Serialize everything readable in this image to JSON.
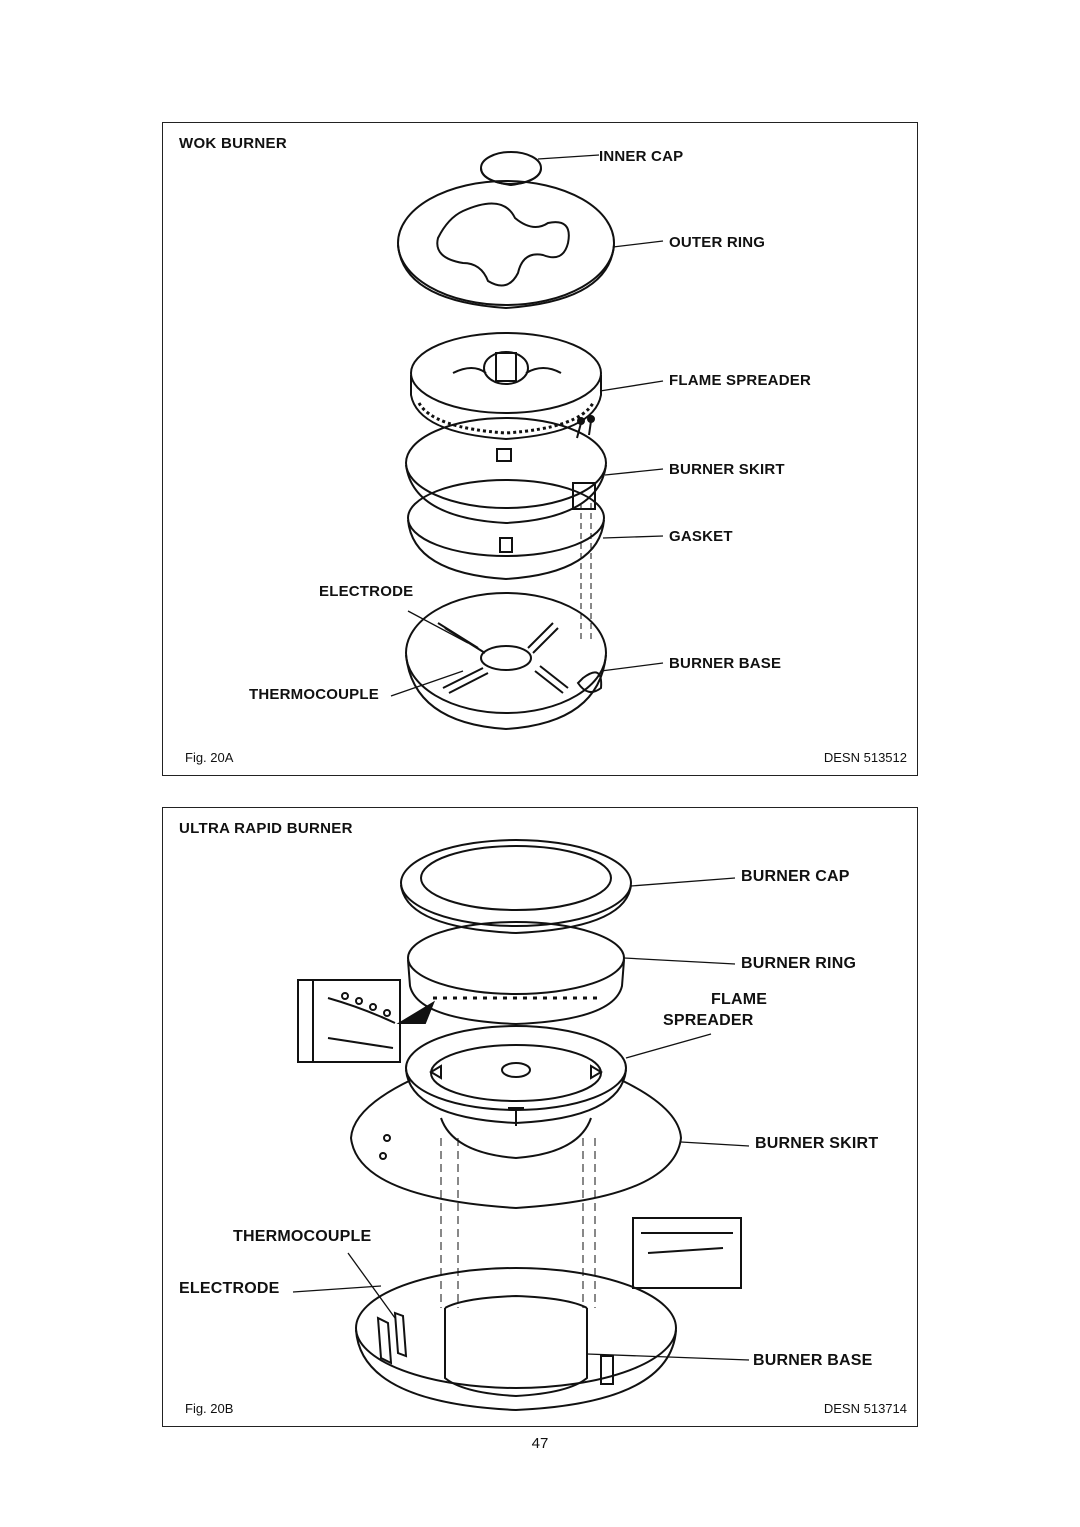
{
  "figure_a": {
    "title": "WOK BURNER",
    "labels": {
      "inner_cap": "INNER CAP",
      "outer_ring": "OUTER RING",
      "flame_spreader": "FLAME SPREADER",
      "burner_skirt": "BURNER SKIRT",
      "gasket": "GASKET",
      "electrode": "ELECTRODE",
      "burner_base": "BURNER BASE",
      "thermocouple": "THERMOCOUPLE"
    },
    "fig_number": "Fig.  20A",
    "design_code": "DESN 513512"
  },
  "figure_b": {
    "title": "ULTRA RAPID BURNER",
    "labels": {
      "burner_cap": "BURNER CAP",
      "burner_ring": "BURNER RING",
      "flame": "FLAME",
      "spreader": "SPREADER",
      "burner_skirt": "BURNER SKIRT",
      "thermocouple": "THERMOCOUPLE",
      "electrode": "ELECTRODE",
      "burner_base": "BURNER BASE"
    },
    "fig_number": "Fig.  20B",
    "design_code": "DESN 513714"
  },
  "page_number": "47"
}
